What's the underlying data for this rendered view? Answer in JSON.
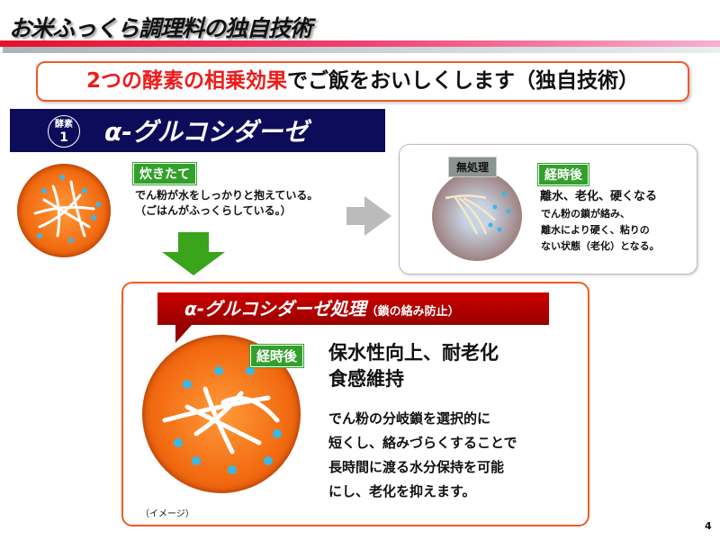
{
  "title": "お米ふっくら調理料の独自技術",
  "headline": {
    "highlight": "2つの酵素の相乗効果",
    "rest": "でご飯をおいしくします（独自技術）"
  },
  "enzyme": {
    "badge_label": "酵素",
    "badge_number": "1",
    "name": "α-グルコシダーゼ"
  },
  "fresh": {
    "tag": "炊きたて",
    "lines": [
      "でん粉が水をしっかりと抱えている。",
      "（ごはんがふっくらしている。）"
    ]
  },
  "untreated": {
    "label": "無処理",
    "tag": "経時後",
    "heading": "離水、老化、硬くなる",
    "lines": [
      "でん粉の鎖が絡み、",
      "離水により硬く、粘りの",
      "ない状態（老化）となる。"
    ]
  },
  "treated": {
    "banner": "α-グルコシダーゼ処理",
    "banner_sub": "（鎖の絡み防止）",
    "tag": "経時後",
    "heading": [
      "保水性向上、耐老化",
      "食感維持"
    ],
    "lines": [
      "でん粉の分岐鎖を選択的に",
      "短くし、絡みづらくすることで",
      "長時間に渡る水分保持を可能",
      "にし、老化を抑えます。"
    ],
    "image_note": "（イメージ）"
  },
  "page_number": "4",
  "colors": {
    "accent_red": "#ee1c1c",
    "navy": "#0c0c5a",
    "green": "#33a02c",
    "orange": "#f26a10"
  }
}
